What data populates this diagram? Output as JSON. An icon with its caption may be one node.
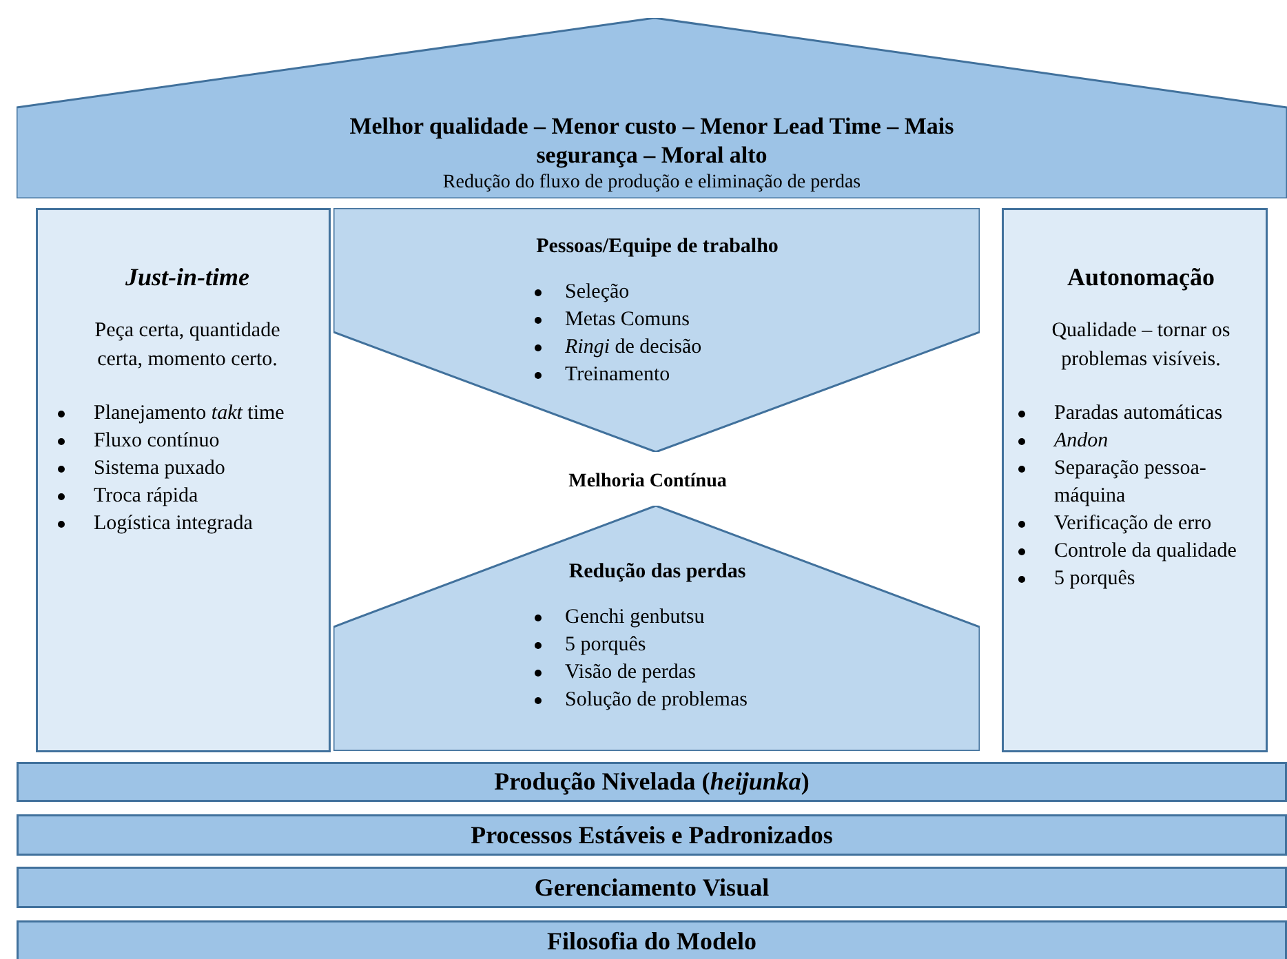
{
  "diagram": {
    "nodes": [
      {
        "text": [
          "Melhor qualidade – Menor custo – Menor Lead Time – Mais segurança – Moral alto",
          "Redução do fluxo de produção e eliminação de perdas"
        ]
      },
      {
        "text": [
          "Just-in-time",
          "Peça certa, quantidade certa, momento certo.",
          "Planejamento *takt* time",
          "Fluxo contínuo",
          "Sistema puxado",
          "Troca rápida",
          "Logística integrada"
        ]
      },
      {
        "text": [
          "Pessoas/Equipe de trabalho",
          "Seleção",
          "Metas Comuns",
          "*Ringi* de decisão",
          "Treinamento"
        ]
      },
      {
        "text": [
          "Redução das perdas",
          "Genchi genbutsu",
          "5 porquês",
          "Visão de perdas",
          "Solução de problemas"
        ]
      },
      {
        "text": [
          "Autonomação",
          "Qualidade – tornar os problemas visíveis.",
          "Paradas automáticas",
          "Andon",
          "Separação pessoa-máquina",
          "Verificação de erro",
          "Controle da qualidade",
          "5 porquês"
        ]
      },
      {
        "text": [
          "Produção Nivelada (*heijunka*)"
        ]
      },
      {
        "text": [
          "Processos Estáveis e Padronizados"
        ]
      },
      {
        "text": [
          "Gerenciamento Visual"
        ]
      },
      {
        "text": [
          "Filosofia do Modelo"
        ]
      }
    ],
    "labels": [
      "Melhoria Contínua"
    ]
  }
}
